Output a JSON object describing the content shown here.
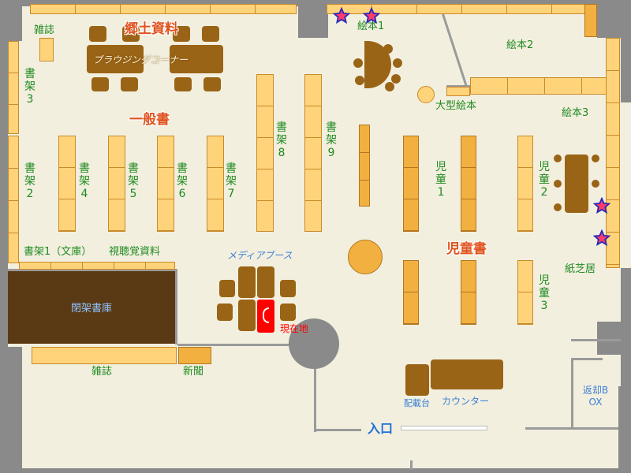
{
  "areas": {
    "kyodo": "郷土資料",
    "ippan": "一般書",
    "jido": "児童書"
  },
  "labels": {
    "zasshi_top": "雑誌",
    "browsing": "ブラウジングコーナー",
    "shoka3": "書架3",
    "shoka2": "書架2",
    "shoka4": "書架4",
    "shoka5": "書架5",
    "shoka6": "書架6",
    "shoka7": "書架7",
    "shoka8": "書架8",
    "shoka9": "書架9",
    "shoka1_bunko": "書架1（文庫）",
    "shichokaku": "視聴覚資料",
    "media_booth": "メディアブース",
    "heika": "閉架書庫",
    "genzaichi": "現在地",
    "zasshi_bottom": "雑誌",
    "shinbun": "新聞",
    "ehon1": "絵本1",
    "ehon2": "絵本2",
    "ehon3": "絵本3",
    "ogata_ehon": "大型絵本",
    "jido1": "児童1",
    "jido2": "児童2",
    "jido3": "児童3",
    "kamishibai": "紙芝居",
    "haisaidai": "配載台",
    "counter": "カウンター",
    "entrance": "入口",
    "return_box": "返却BOX"
  },
  "colors": {
    "shelf": "#ffd37a",
    "furniture": "#9a6416",
    "area_label": "#e0531f",
    "section_label": "#1f8a1f",
    "media_label": "#3a7fd6",
    "current_location": "#ff0000",
    "star": "#ff3b6b"
  },
  "icons": {
    "marker": "star-icon"
  }
}
